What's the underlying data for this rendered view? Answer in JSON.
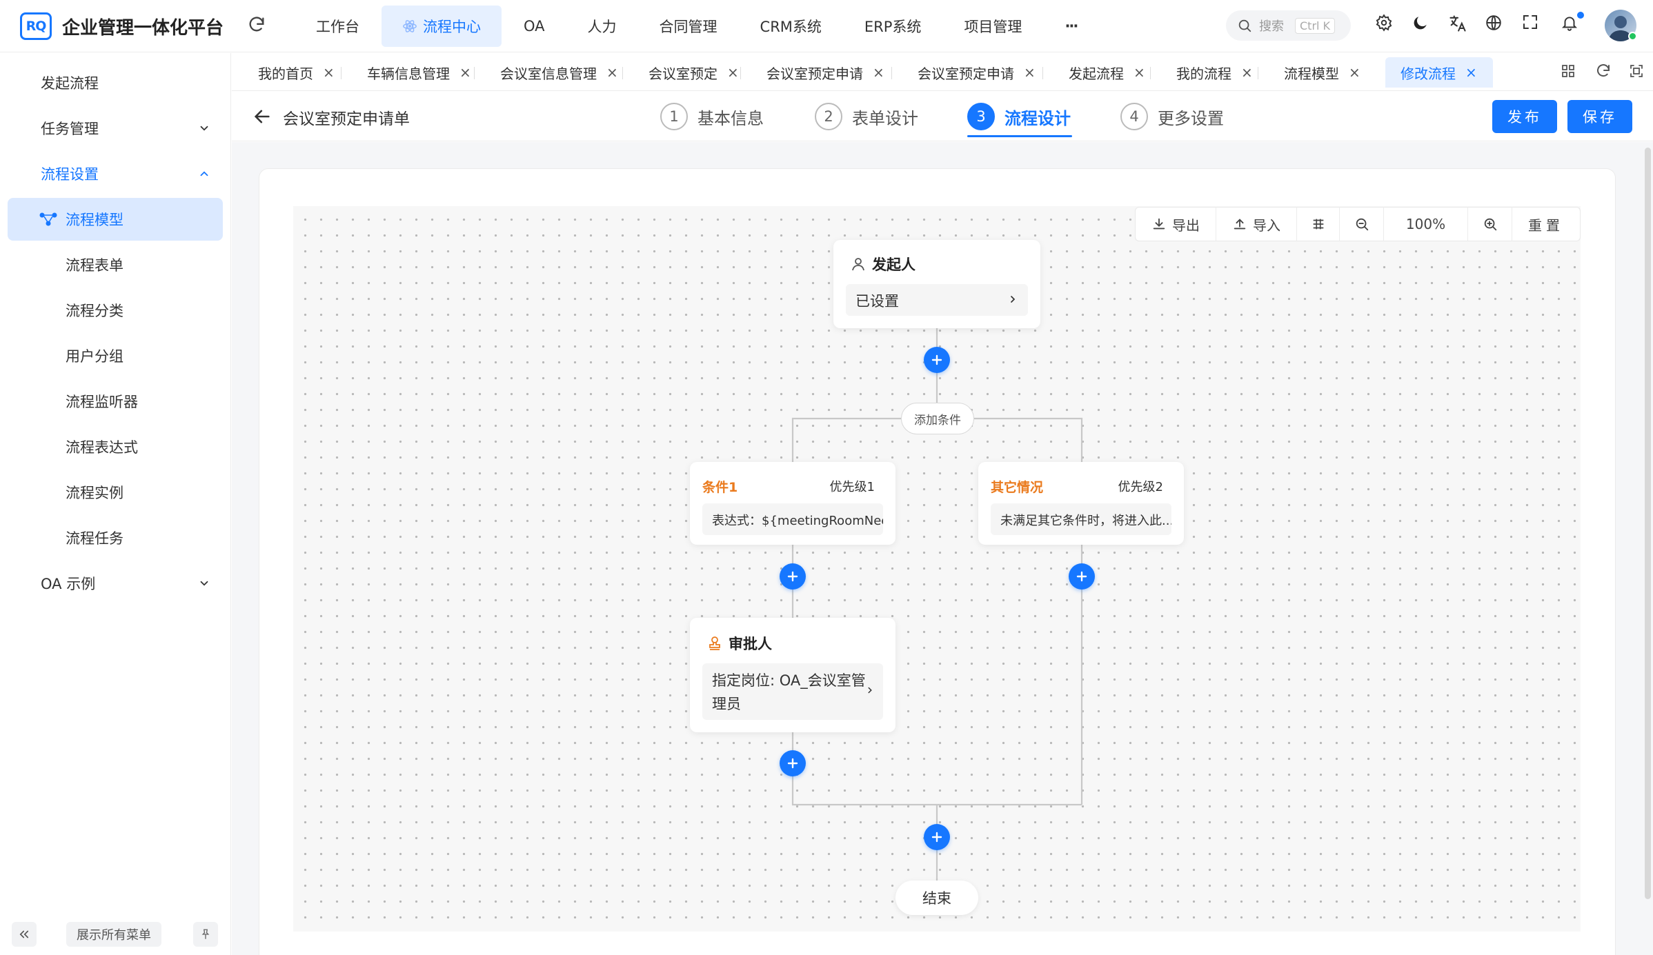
{
  "header": {
    "logo_text": "RQ",
    "app_title": "企业管理一体化平台",
    "nav": [
      {
        "label": "工作台",
        "active": false
      },
      {
        "label": "流程中心",
        "active": true
      },
      {
        "label": "OA",
        "active": false
      },
      {
        "label": "人力",
        "active": false
      },
      {
        "label": "合同管理",
        "active": false
      },
      {
        "label": "CRM系统",
        "active": false
      },
      {
        "label": "ERP系统",
        "active": false
      },
      {
        "label": "项目管理",
        "active": false
      },
      {
        "label": "···",
        "active": false
      }
    ],
    "search_placeholder": "搜索",
    "search_shortcut": "Ctrl K"
  },
  "sidebar": {
    "items": [
      {
        "label": "发起流程",
        "level": 1
      },
      {
        "label": "任务管理",
        "level": 1,
        "expandable": true
      },
      {
        "label": "流程设置",
        "level": 1,
        "expandable": true,
        "open": true
      },
      {
        "label": "流程模型",
        "level": 2,
        "active": true
      },
      {
        "label": "流程表单",
        "level": 2
      },
      {
        "label": "流程分类",
        "level": 2
      },
      {
        "label": "用户分组",
        "level": 2
      },
      {
        "label": "流程监听器",
        "level": 2
      },
      {
        "label": "流程表达式",
        "level": 2
      },
      {
        "label": "流程实例",
        "level": 2
      },
      {
        "label": "流程任务",
        "level": 2
      },
      {
        "label": "OA 示例",
        "level": 1,
        "expandable": true
      }
    ],
    "show_all_label": "展示所有菜单"
  },
  "tabs": [
    {
      "label": "我的首页",
      "active": false
    },
    {
      "label": "车辆信息管理",
      "active": false
    },
    {
      "label": "会议室信息管理",
      "active": false
    },
    {
      "label": "会议室预定",
      "active": false
    },
    {
      "label": "会议室预定申请",
      "active": false
    },
    {
      "label": "会议室预定申请",
      "active": false
    },
    {
      "label": "发起流程",
      "active": false
    },
    {
      "label": "我的流程",
      "active": false
    },
    {
      "label": "流程模型",
      "active": false
    },
    {
      "label": "修改流程",
      "active": true
    }
  ],
  "tab_close": "×",
  "page": {
    "title": "会议室预定申请单",
    "steps": [
      {
        "num": "1",
        "label": "基本信息",
        "active": false
      },
      {
        "num": "2",
        "label": "表单设计",
        "active": false
      },
      {
        "num": "3",
        "label": "流程设计",
        "active": true
      },
      {
        "num": "4",
        "label": "更多设置",
        "active": false
      }
    ],
    "publish_label": "发布",
    "save_label": "保存"
  },
  "toolbar": {
    "export_label": "导出",
    "import_label": "导入",
    "zoom": "100%",
    "reset_label": "重置"
  },
  "flow": {
    "initiator": {
      "title": "发起人",
      "value": "已设置"
    },
    "add_condition_label": "添加条件",
    "conditions": [
      {
        "title": "条件1",
        "priority": "优先级1",
        "text": "表达式：${meetingRoomNeed..."
      },
      {
        "title": "其它情况",
        "priority": "优先级2",
        "text": "未满足其它条件时，将进入此..."
      }
    ],
    "approver": {
      "title": "审批人",
      "line1": "指定岗位: OA_会议室管",
      "line2": "理员"
    },
    "end_label": "结束"
  },
  "colors": {
    "accent": "#1677ff",
    "condition": "#ea7a1d"
  }
}
